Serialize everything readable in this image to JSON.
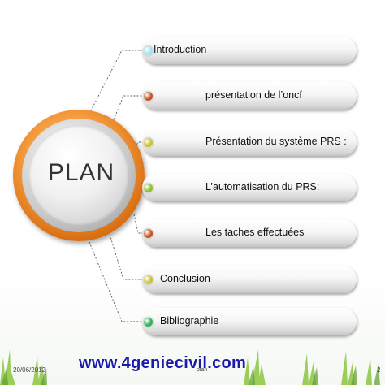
{
  "plan": {
    "title": "PLAN"
  },
  "items": [
    {
      "label": "Introduction",
      "dot_color": "#9ee4f4"
    },
    {
      "label": "présentation de l’oncf",
      "dot_color": "#c8521e"
    },
    {
      "label": "Présentation du système PRS :",
      "dot_color": "#c9c42a"
    },
    {
      "label": "L’automatisation du PRS:",
      "dot_color": "#8fbf2a"
    },
    {
      "label": "Les taches effectuées",
      "dot_color": "#c8521e"
    },
    {
      "label": "Conclusion",
      "dot_color": "#c9c42a"
    },
    {
      "label": "Bibliographie",
      "dot_color": "#2fb05a"
    }
  ],
  "footer": {
    "date": "20/06/2012",
    "center": "plan",
    "page": "2"
  },
  "watermark": {
    "text": "www.4geniecivil.com"
  }
}
